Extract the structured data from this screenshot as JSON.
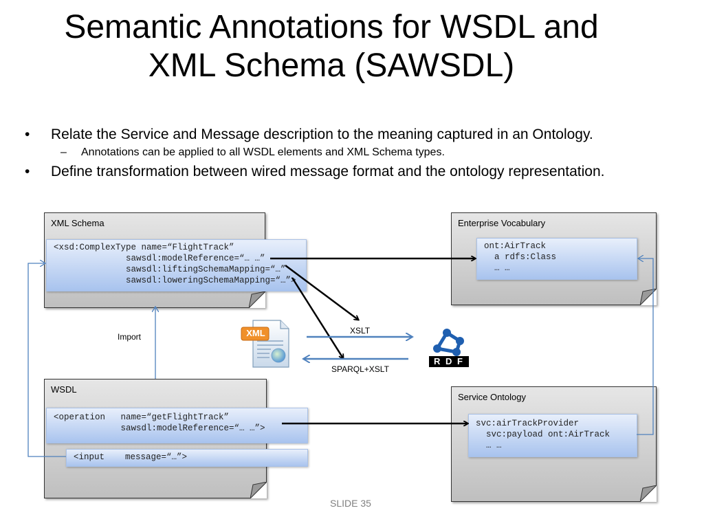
{
  "title": {
    "line1": "Semantic Annotations for WSDL and",
    "line2": "XML Schema (SAWSDL)"
  },
  "bullets": [
    "Relate the Service and Message description to the meaning captured in an Ontology.",
    "Annotations can be applied to all WSDL elements and XML Schema types.",
    "Define transformation between wired message format and the ontology representation."
  ],
  "xml_schema": {
    "label": "XML Schema",
    "code": "<xsd:ComplexType name=“FlightTrack”\n              sawsdl:modelReference=“… …”\n              sawsdl:liftingSchemaMapping=“…”\n              sawsdl:loweringSchemaMapping=“…”>"
  },
  "enterprise_vocabulary": {
    "label": "Enterprise Vocabulary",
    "code": "ont:AirTrack\n  a rdfs:Class\n  … …"
  },
  "wsdl": {
    "label": "WSDL",
    "operation_code": "<operation   name=“getFlightTrack”\n             sawsdl:modelReference=“… …”>",
    "input_code": "<input    message=“…”>"
  },
  "service_ontology": {
    "label": "Service Ontology",
    "code": "svc:airTrackProvider\n  svc:payload ont:AirTrack\n  … …"
  },
  "labels": {
    "import": "Import",
    "xslt": "XSLT",
    "sparql_xslt": "SPARQL+XSLT",
    "xml_icon": "XML",
    "rdf_icon": "R D F"
  },
  "slide_number": "SLIDE 35",
  "colors": {
    "code_fill_top": "#e8effb",
    "code_fill_bottom": "#a8c3ee",
    "connector": "#4f81bd",
    "arrow": "#000000"
  }
}
